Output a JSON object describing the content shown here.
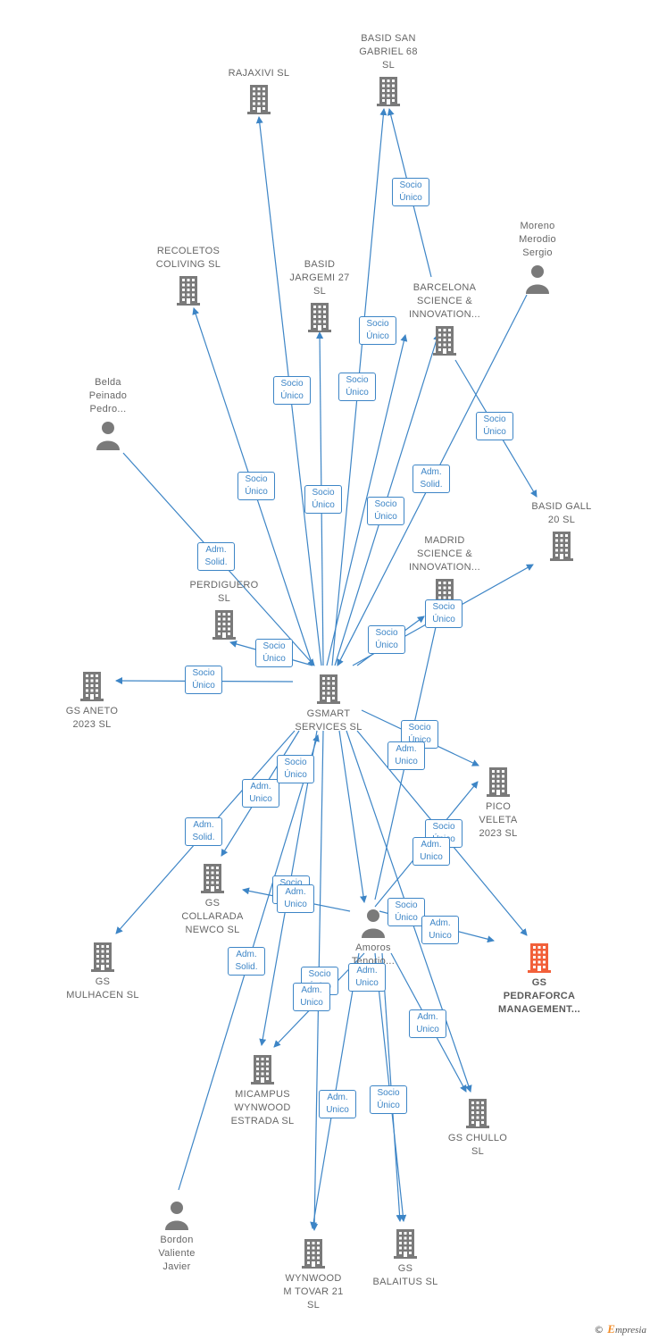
{
  "colors": {
    "edge": "#3d85c6",
    "node": "#7a7a7a",
    "highlight": "#f2603a"
  },
  "icons": {
    "company": "building-icon",
    "person": "person-icon"
  },
  "brand": {
    "copyright": "©",
    "e": "E",
    "rest": "mpresia"
  },
  "nodes": [
    {
      "id": "rajaxivi",
      "type": "company",
      "lines": [
        "RAJAXIVI  SL"
      ]
    },
    {
      "id": "basid_san_gabriel",
      "type": "company",
      "lines": [
        "BASID SAN",
        "GABRIEL 68",
        "SL"
      ]
    },
    {
      "id": "recoletos",
      "type": "company",
      "lines": [
        "RECOLETOS",
        "COLIVING  SL"
      ]
    },
    {
      "id": "basid_jargemi",
      "type": "company",
      "lines": [
        "BASID",
        "JARGEMI 27",
        "SL"
      ]
    },
    {
      "id": "barcelona_science",
      "type": "company",
      "lines": [
        "BARCELONA",
        "SCIENCE &",
        "INNOVATION..."
      ]
    },
    {
      "id": "moreno",
      "type": "person",
      "lines": [
        "Moreno",
        "Merodio",
        "Sergio"
      ]
    },
    {
      "id": "belda",
      "type": "person",
      "lines": [
        "Belda",
        "Peinado",
        "Pedro..."
      ]
    },
    {
      "id": "basid_gall",
      "type": "company",
      "lines": [
        "BASID GALL",
        "20  SL"
      ]
    },
    {
      "id": "madrid_science",
      "type": "company",
      "lines": [
        "MADRID",
        "SCIENCE &",
        "INNOVATION..."
      ]
    },
    {
      "id": "perdiguero",
      "type": "company",
      "lines": [
        "PERDIGUERO",
        "SL"
      ]
    },
    {
      "id": "gs_aneto",
      "type": "company",
      "lines": [
        "GS ANETO",
        "2023  SL"
      ]
    },
    {
      "id": "gsmart",
      "type": "company",
      "lines": [
        "GSMART",
        "SERVICES  SL"
      ]
    },
    {
      "id": "pico_veleta",
      "type": "company",
      "lines": [
        "PICO",
        "VELETA",
        "2023  SL"
      ]
    },
    {
      "id": "gs_collarada",
      "type": "company",
      "lines": [
        "GS",
        "COLLARADA",
        "NEWCO  SL"
      ]
    },
    {
      "id": "amoros",
      "type": "person",
      "lines": [
        "Amoros",
        "Tenorio..."
      ]
    },
    {
      "id": "gs_pedraforca",
      "type": "company",
      "highlight": true,
      "lines": [
        "GS",
        "PEDRAFORCA",
        "MANAGEMENT..."
      ]
    },
    {
      "id": "gs_mulhacen",
      "type": "company",
      "lines": [
        "GS",
        "MULHACEN  SL"
      ]
    },
    {
      "id": "micampus",
      "type": "company",
      "lines": [
        "MICAMPUS",
        "WYNWOOD",
        "ESTRADA  SL"
      ]
    },
    {
      "id": "gs_chullo",
      "type": "company",
      "lines": [
        "GS CHULLO",
        "SL"
      ]
    },
    {
      "id": "bordon",
      "type": "person",
      "lines": [
        "Bordon",
        "Valiente",
        "Javier"
      ]
    },
    {
      "id": "wynwood_tovar",
      "type": "company",
      "lines": [
        "WYNWOOD",
        "M TOVAR 21",
        "SL"
      ]
    },
    {
      "id": "gs_balaitus",
      "type": "company",
      "lines": [
        "GS",
        "BALAITUS  SL"
      ]
    }
  ],
  "edge_labels": [
    [
      "Socio",
      "Único"
    ],
    [
      "Socio",
      "Único"
    ],
    [
      "Socio",
      "Único"
    ],
    [
      "Socio",
      "Único"
    ],
    [
      "Socio",
      "Único"
    ],
    [
      "Socio",
      "Único"
    ],
    [
      "Socio",
      "Único"
    ],
    [
      "Adm.",
      "Solid."
    ],
    [
      "Socio",
      "Único"
    ],
    [
      "Adm.",
      "Solid."
    ],
    [
      "Socio",
      "Único"
    ],
    [
      "Socio",
      "Único"
    ],
    [
      "Socio",
      "Único"
    ],
    [
      "Socio",
      "Único"
    ],
    [
      "Socio",
      "Único"
    ],
    [
      "Adm.",
      "Solid."
    ],
    [
      "Adm.",
      "Unico"
    ],
    [
      "Socio",
      "Único"
    ],
    [
      "Socio",
      "Único"
    ],
    [
      "Adm.",
      "Unico"
    ],
    [
      "Socio",
      "Único"
    ],
    [
      "Adm.",
      "Unico"
    ],
    [
      "Adm.",
      "Unico"
    ],
    [
      "Adm.",
      "Solid."
    ],
    [
      "Socio",
      "Único"
    ],
    [
      "Adm.",
      "Unico"
    ],
    [
      "Socio",
      "Único"
    ],
    [
      "Adm.",
      "Unico"
    ],
    [
      "Adm.",
      "Unico"
    ],
    [
      "Adm.",
      "Unico"
    ],
    [
      "Socio",
      "Único"
    ],
    [
      "Adm.",
      "Unico"
    ]
  ]
}
